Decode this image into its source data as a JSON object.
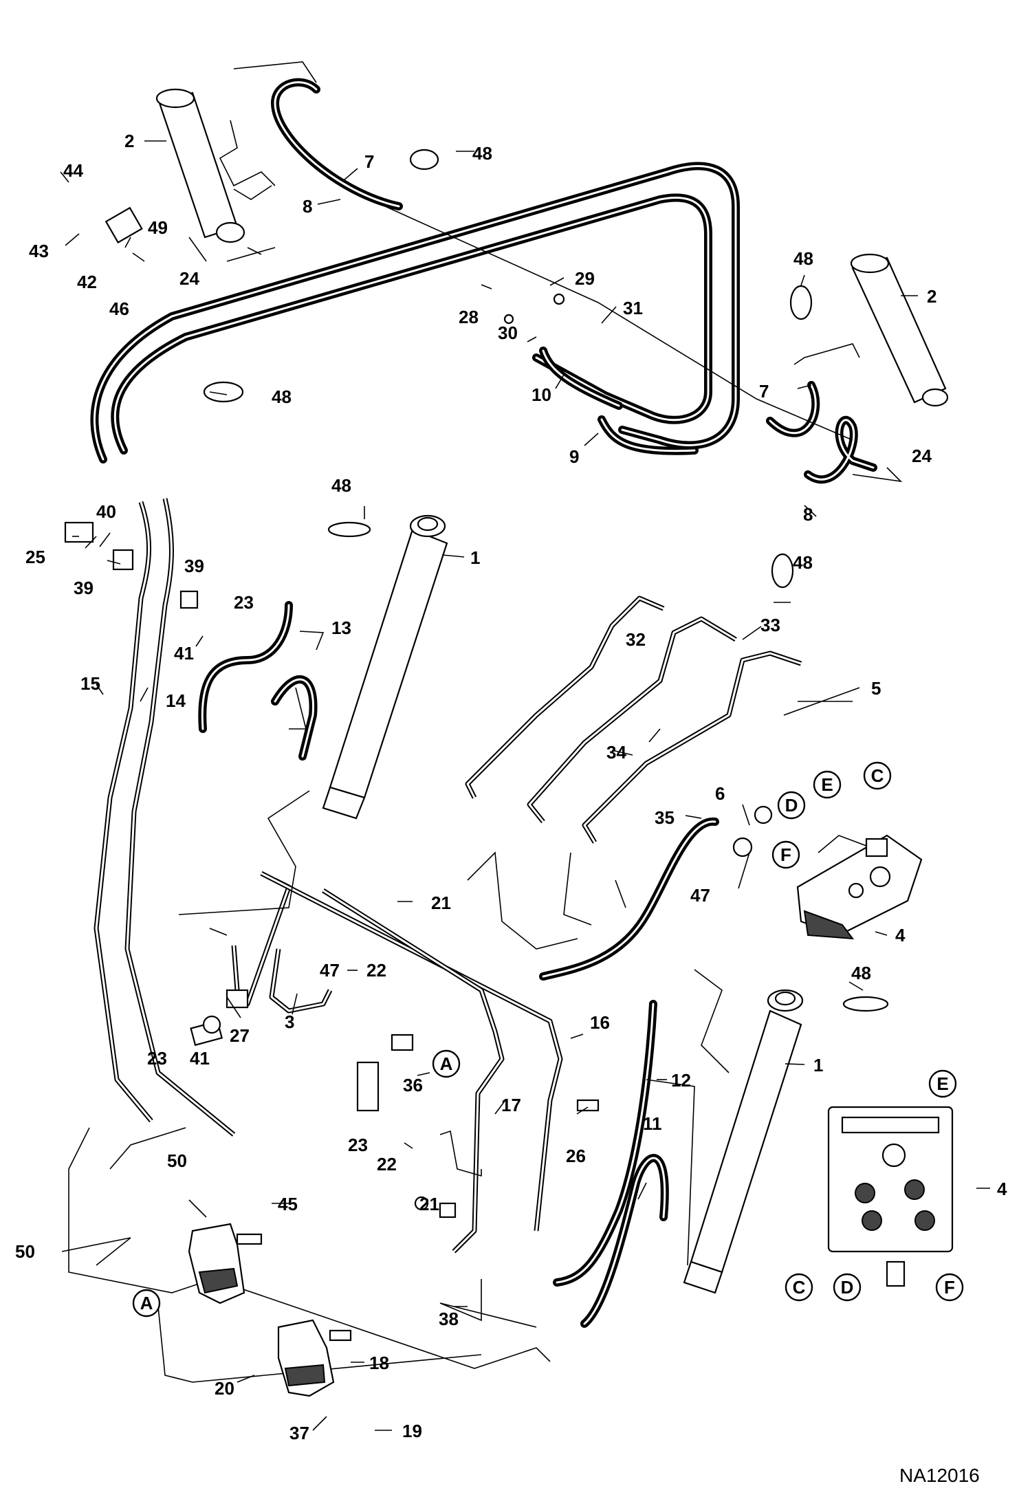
{
  "drawing_code": "NA12016",
  "callouts": [
    "1",
    "2",
    "3",
    "4",
    "5",
    "6",
    "7",
    "8",
    "9",
    "10",
    "11",
    "12",
    "13",
    "14",
    "15",
    "16",
    "17",
    "18",
    "19",
    "20",
    "21",
    "22",
    "23",
    "24",
    "25",
    "26",
    "27",
    "28",
    "29",
    "30",
    "31",
    "32",
    "33",
    "34",
    "35",
    "36",
    "37",
    "38",
    "39",
    "40",
    "41",
    "42",
    "43",
    "44",
    "45",
    "46",
    "47",
    "48",
    "49",
    "50"
  ],
  "connection_refs": [
    "A",
    "C",
    "D",
    "E",
    "F"
  ]
}
